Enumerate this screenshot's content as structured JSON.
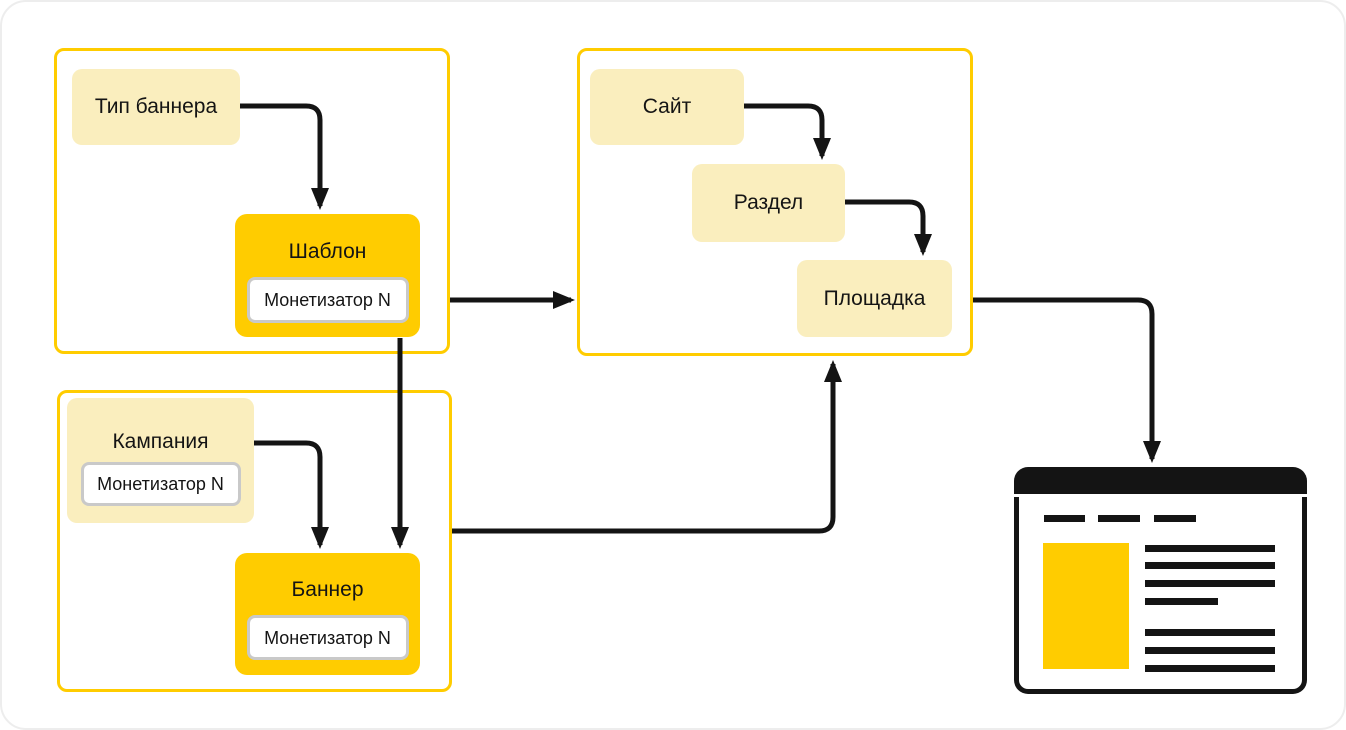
{
  "diagram": {
    "template_group": {
      "banner_type": {
        "label": "Тип баннера"
      },
      "template": {
        "label": "Шаблон",
        "monetizer": {
          "label": "Монетизатор N"
        }
      }
    },
    "campaign_group": {
      "campaign": {
        "label": "Кампания",
        "monetizer": {
          "label": "Монетизатор N"
        }
      },
      "banner": {
        "label": "Баннер",
        "monetizer": {
          "label": "Монетизатор N"
        }
      }
    },
    "site_group": {
      "site": {
        "label": "Сайт"
      },
      "section": {
        "label": "Раздел"
      },
      "placement": {
        "label": "Площадка"
      }
    },
    "icons": {
      "webpage_icon": "webpage-with-ad-block"
    },
    "colors": {
      "accent_yellow": "#FFCC00",
      "light_yellow": "#FAEEBE",
      "outline_yellow": "#FFCC00",
      "arrow_black": "#141414",
      "inner_border_gray": "#C9C9C9"
    }
  }
}
